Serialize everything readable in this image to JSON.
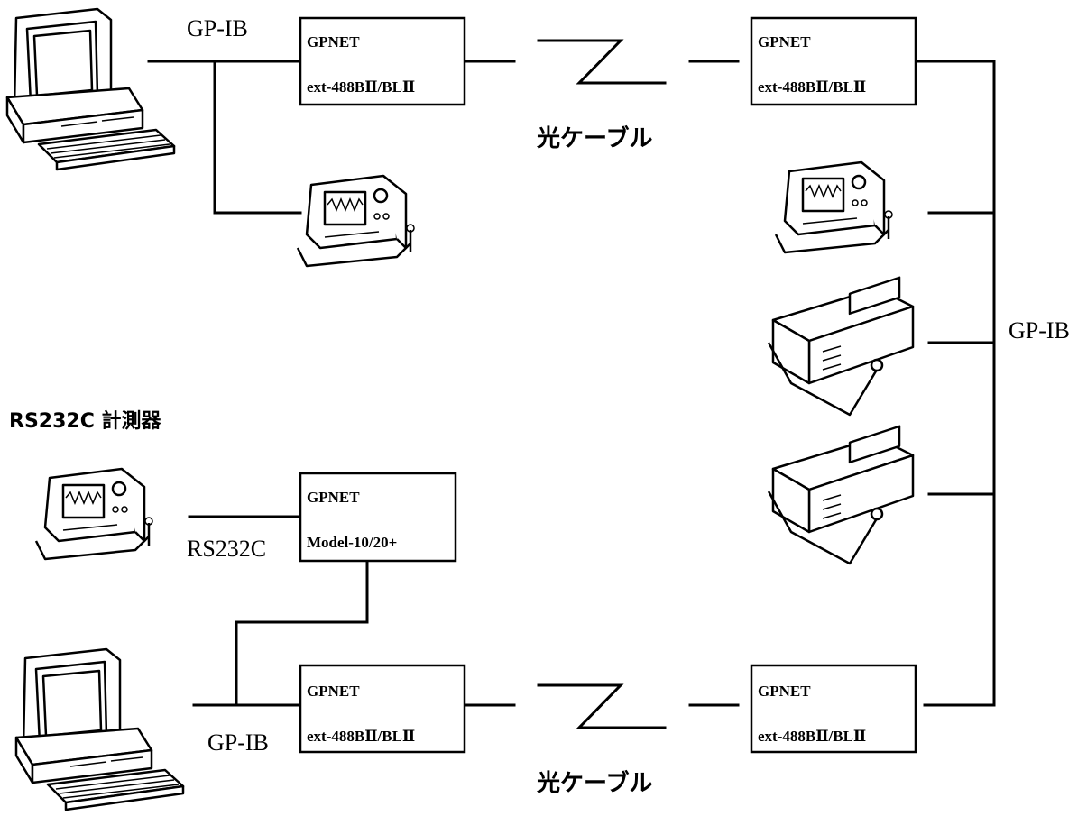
{
  "labels": {
    "gpib_top": "GP-IB",
    "gpib_right": "GP-IB",
    "gpib_bottom": "GP-IB",
    "rs232c": "RS232C",
    "rs232c_instrument": "RS232C 計測器",
    "optical_top": "光ケーブル",
    "optical_bottom": "光ケーブル"
  },
  "boxes": {
    "top_left": {
      "title": "GPNET",
      "model": "ext-488BⅡ/BLⅡ"
    },
    "top_right": {
      "title": "GPNET",
      "model": "ext-488BⅡ/BLⅡ"
    },
    "model10": {
      "title": "GPNET",
      "model": "Model-10/20+"
    },
    "bottom_left": {
      "title": "GPNET",
      "model": "ext-488BⅡ/BLⅡ"
    },
    "bottom_right": {
      "title": "GPNET",
      "model": "ext-488BⅡ/BLⅡ"
    }
  }
}
